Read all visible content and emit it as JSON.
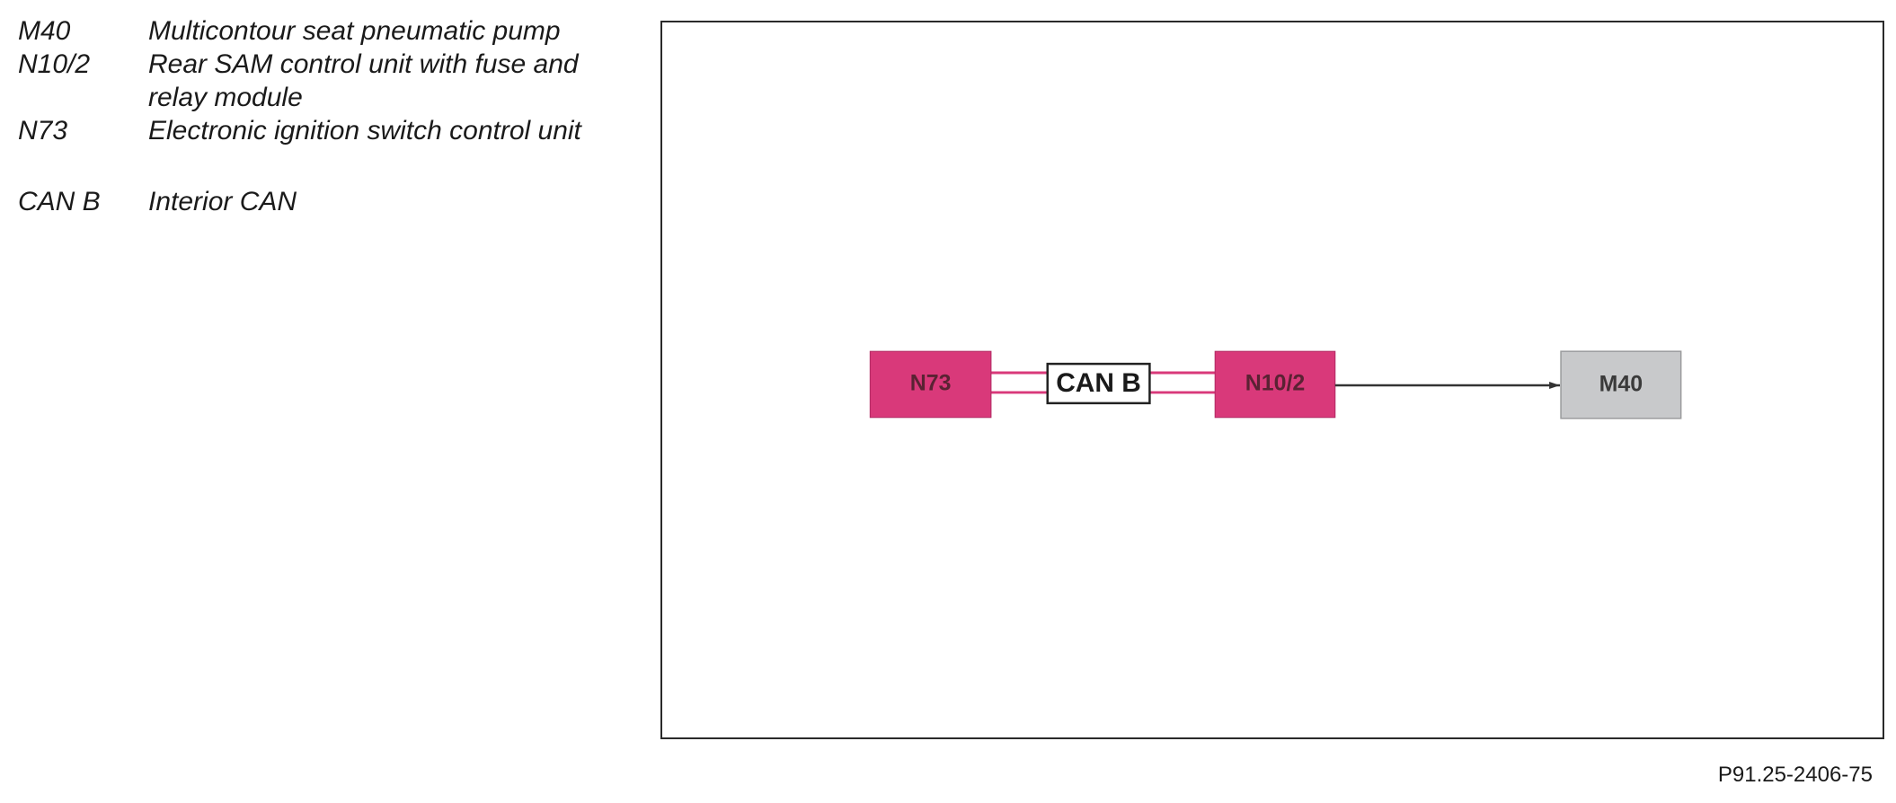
{
  "legend": [
    {
      "code": "M40",
      "description": "Multicontour seat pneumatic pump"
    },
    {
      "code": "N10/2",
      "description": "Rear SAM control unit with fuse and relay module"
    },
    {
      "code": "N73",
      "description": "Electronic ignition switch control unit"
    },
    {
      "code": "CAN B",
      "description": "Interior CAN"
    }
  ],
  "diagram": {
    "nodes": {
      "n73": {
        "label": "N73",
        "color": "#d9397a"
      },
      "canb": {
        "label": "CAN B"
      },
      "n102": {
        "label": "N10/2",
        "color": "#d9397a"
      },
      "m40": {
        "label": "M40",
        "color": "#c8c9cb"
      }
    },
    "bus_color": "#d9397a"
  },
  "footer": {
    "reference": "P91.25-2406-75"
  }
}
